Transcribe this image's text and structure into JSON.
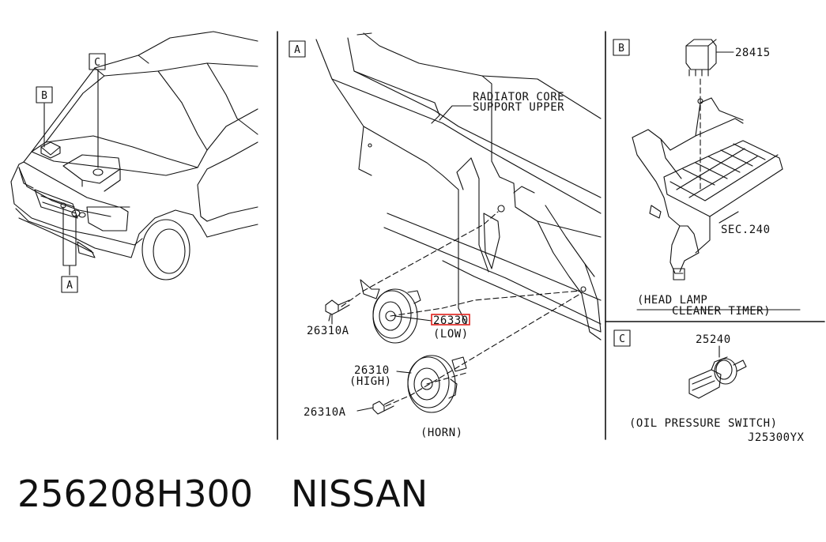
{
  "panel_labels": {
    "a_left": "A",
    "b_left": "B",
    "c_left": "C",
    "a_panel": "A",
    "b_panel": "B",
    "c_panel": "C"
  },
  "callouts": {
    "radiator_line1": "RADIATOR CORE",
    "radiator_line2": "SUPPORT UPPER",
    "horn_low_part": "26330",
    "horn_low_label": "(LOW)",
    "bolt_upper": "26310A",
    "horn_high_part": "26310",
    "horn_high_label": "(HIGH)",
    "bolt_lower": "26310A",
    "horn_caption": "(HORN)",
    "relay_part": "28415",
    "sec_ref": "SEC.240",
    "timer_line1": "(HEAD LAMP",
    "timer_line2": "CLEANER TIMER)",
    "switch_part": "25240",
    "switch_caption": "(OIL PRESSURE SWITCH)",
    "diagram_code": "J25300YX"
  },
  "footer": {
    "part_number": "256208H300",
    "brand": "NISSAN"
  },
  "highlight_color": "#e0201b"
}
